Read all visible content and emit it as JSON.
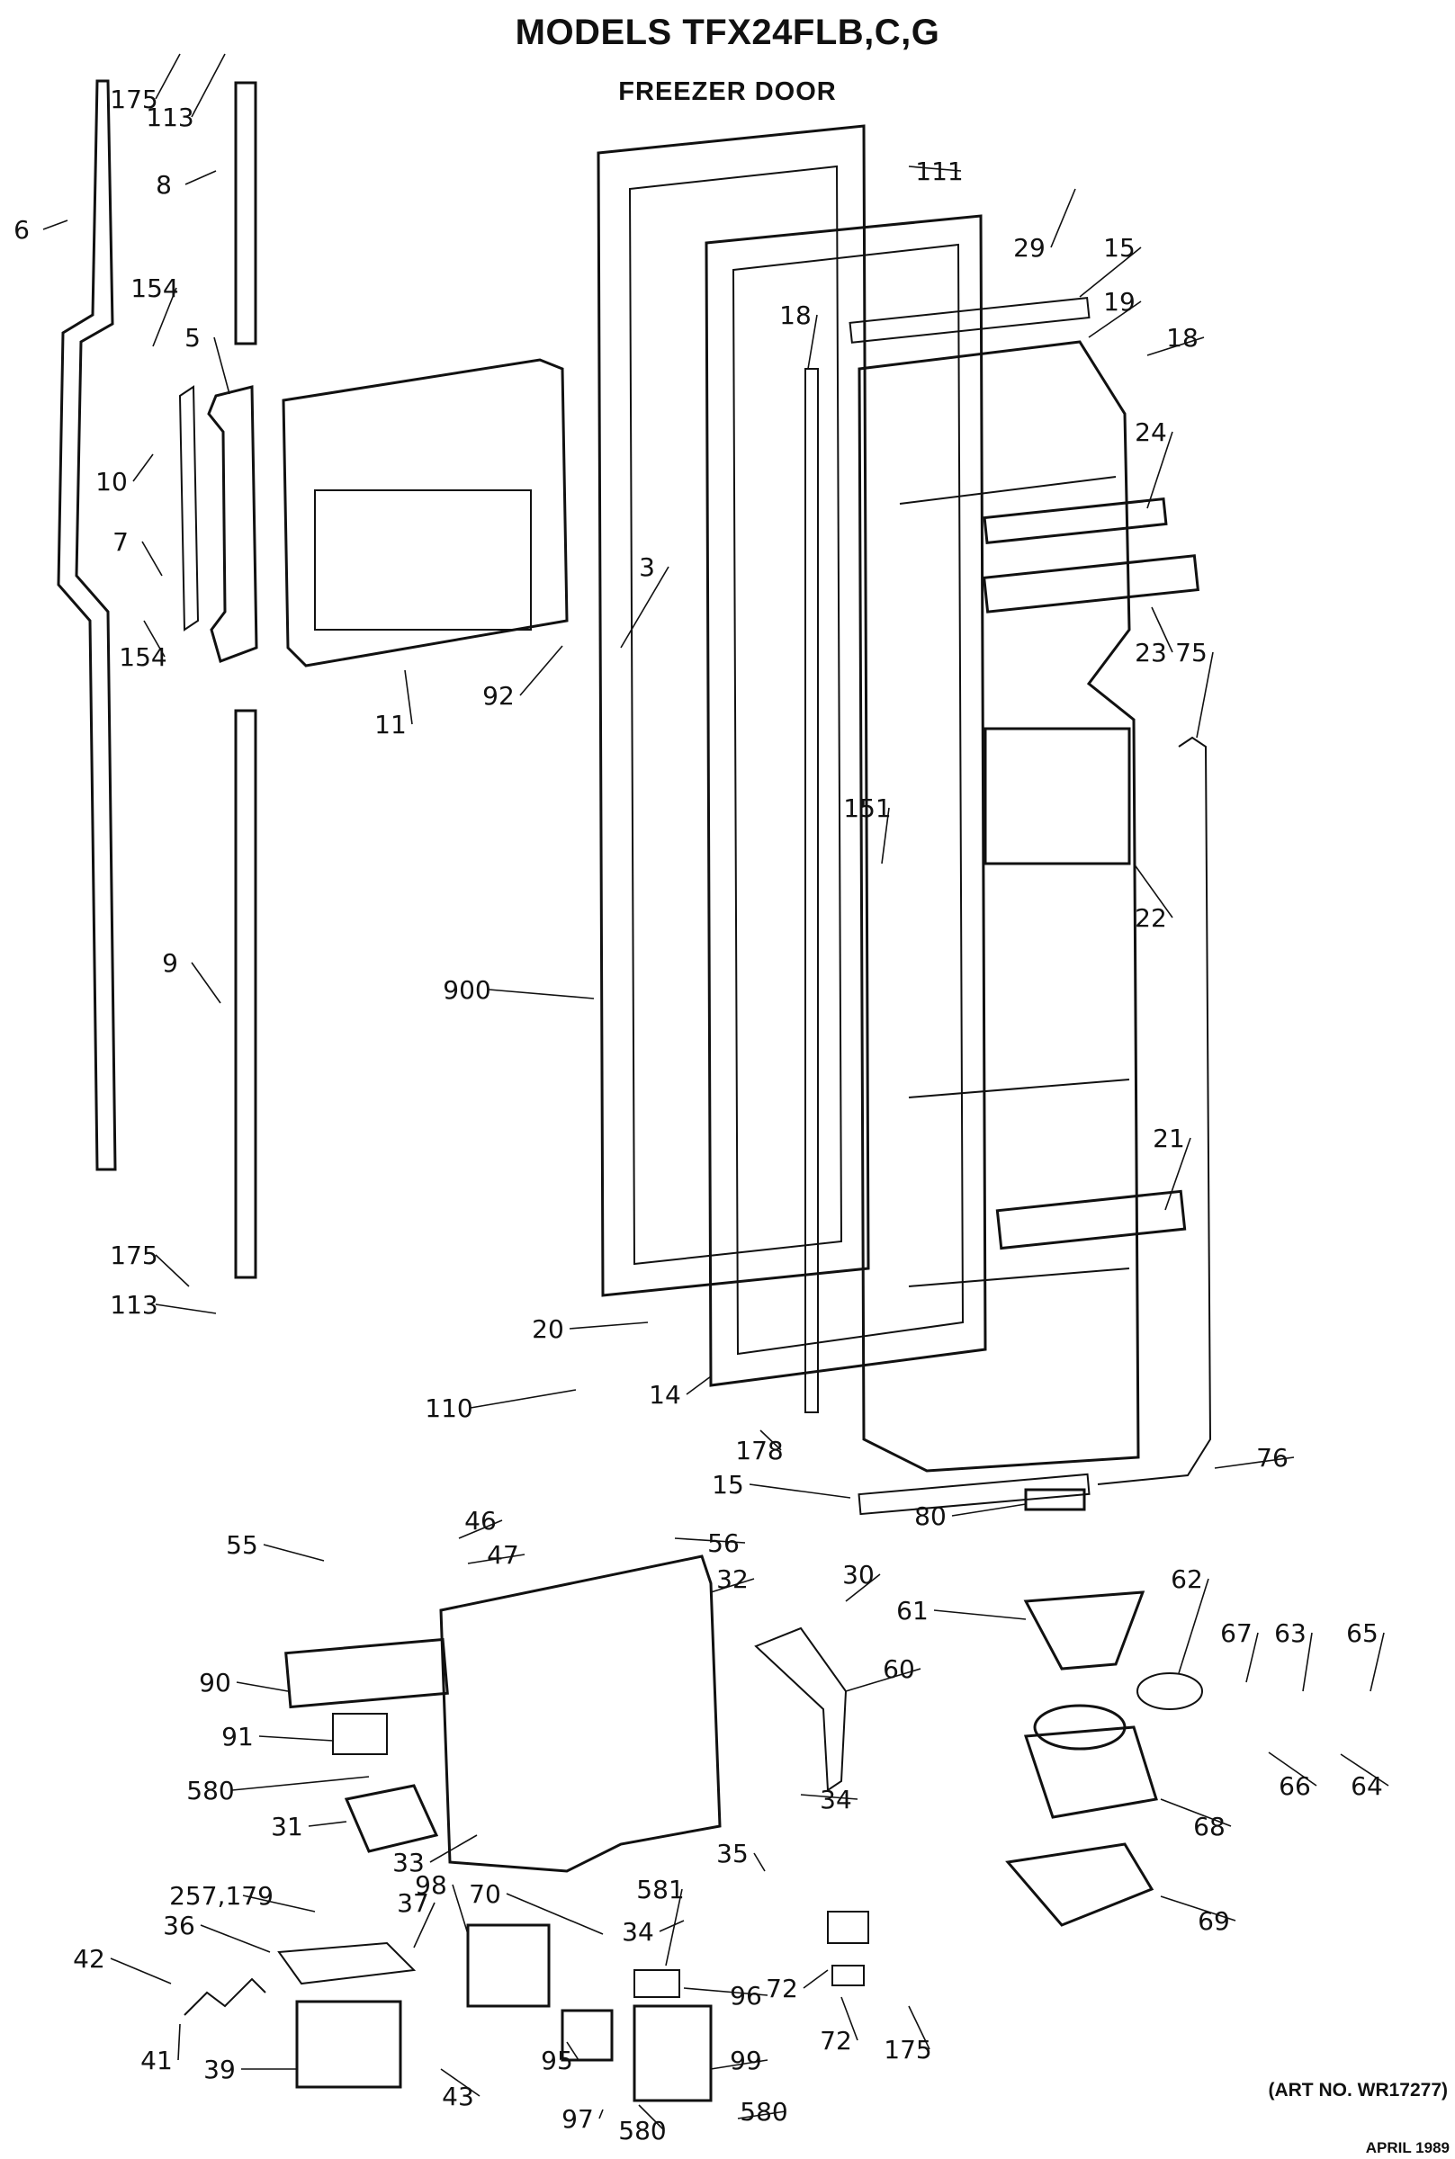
{
  "header": {
    "title": "MODELS TFX24FLB,C,G",
    "subtitle": "FREEZER DOOR"
  },
  "footer": {
    "art_no": "(ART NO. WR17277)",
    "date": "APRIL 1989"
  },
  "callouts": [
    "175",
    "113",
    "8",
    "6",
    "154",
    "5",
    "10",
    "7",
    "154",
    "11",
    "3",
    "92",
    "111",
    "29",
    "15",
    "19",
    "18",
    "18",
    "24",
    "23",
    "75",
    "22",
    "151",
    "900",
    "9",
    "21",
    "175",
    "113",
    "20",
    "110",
    "14",
    "178",
    "15",
    "76",
    "80",
    "46",
    "47",
    "56",
    "55",
    "32",
    "30",
    "62",
    "61",
    "67",
    "63",
    "65",
    "90",
    "60",
    "91",
    "66",
    "64",
    "580",
    "68",
    "31",
    "33",
    "34",
    "35",
    "257,179",
    "36",
    "70",
    "98",
    "37",
    "581",
    "34",
    "69",
    "42",
    "72",
    "96",
    "72",
    "175",
    "41",
    "39",
    "95",
    "99",
    "43",
    "97",
    "580",
    "580"
  ]
}
